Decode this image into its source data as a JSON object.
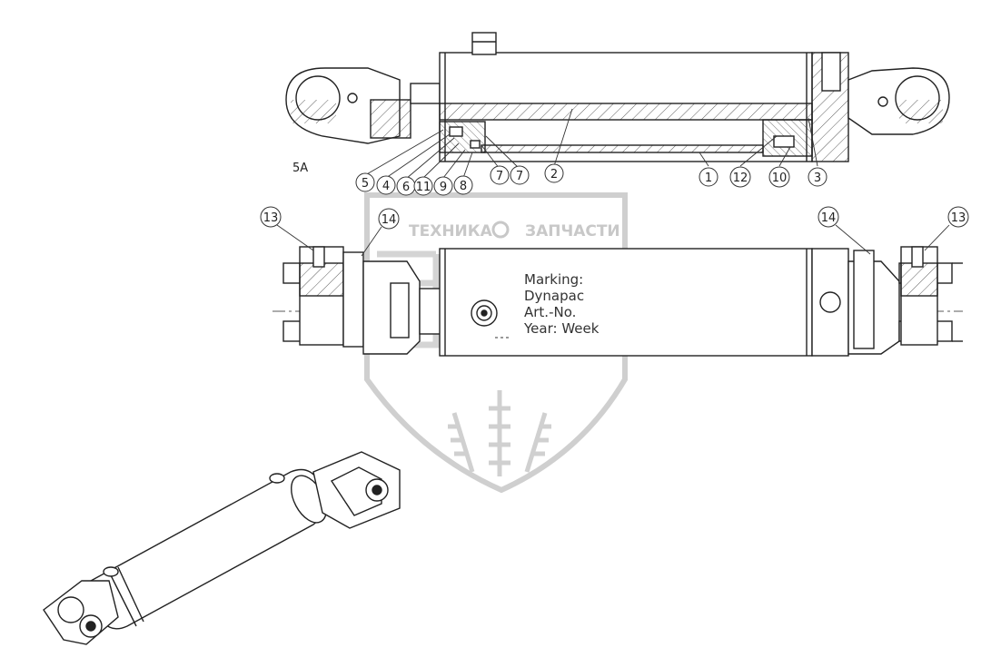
{
  "view_label": "5A",
  "top_callouts": [
    "5",
    "4",
    "6",
    "11",
    "9",
    "8",
    "7",
    "7",
    "2",
    "1",
    "12",
    "10",
    "3"
  ],
  "side_callouts": [
    "13",
    "14",
    "14",
    "13"
  ],
  "marking": [
    "Marking:",
    "Dynapac",
    "Art.-No.",
    "Year: Week"
  ],
  "watermark": {
    "left": "ТЕХНИКА",
    "right": "ЗАПЧАСТИ"
  }
}
